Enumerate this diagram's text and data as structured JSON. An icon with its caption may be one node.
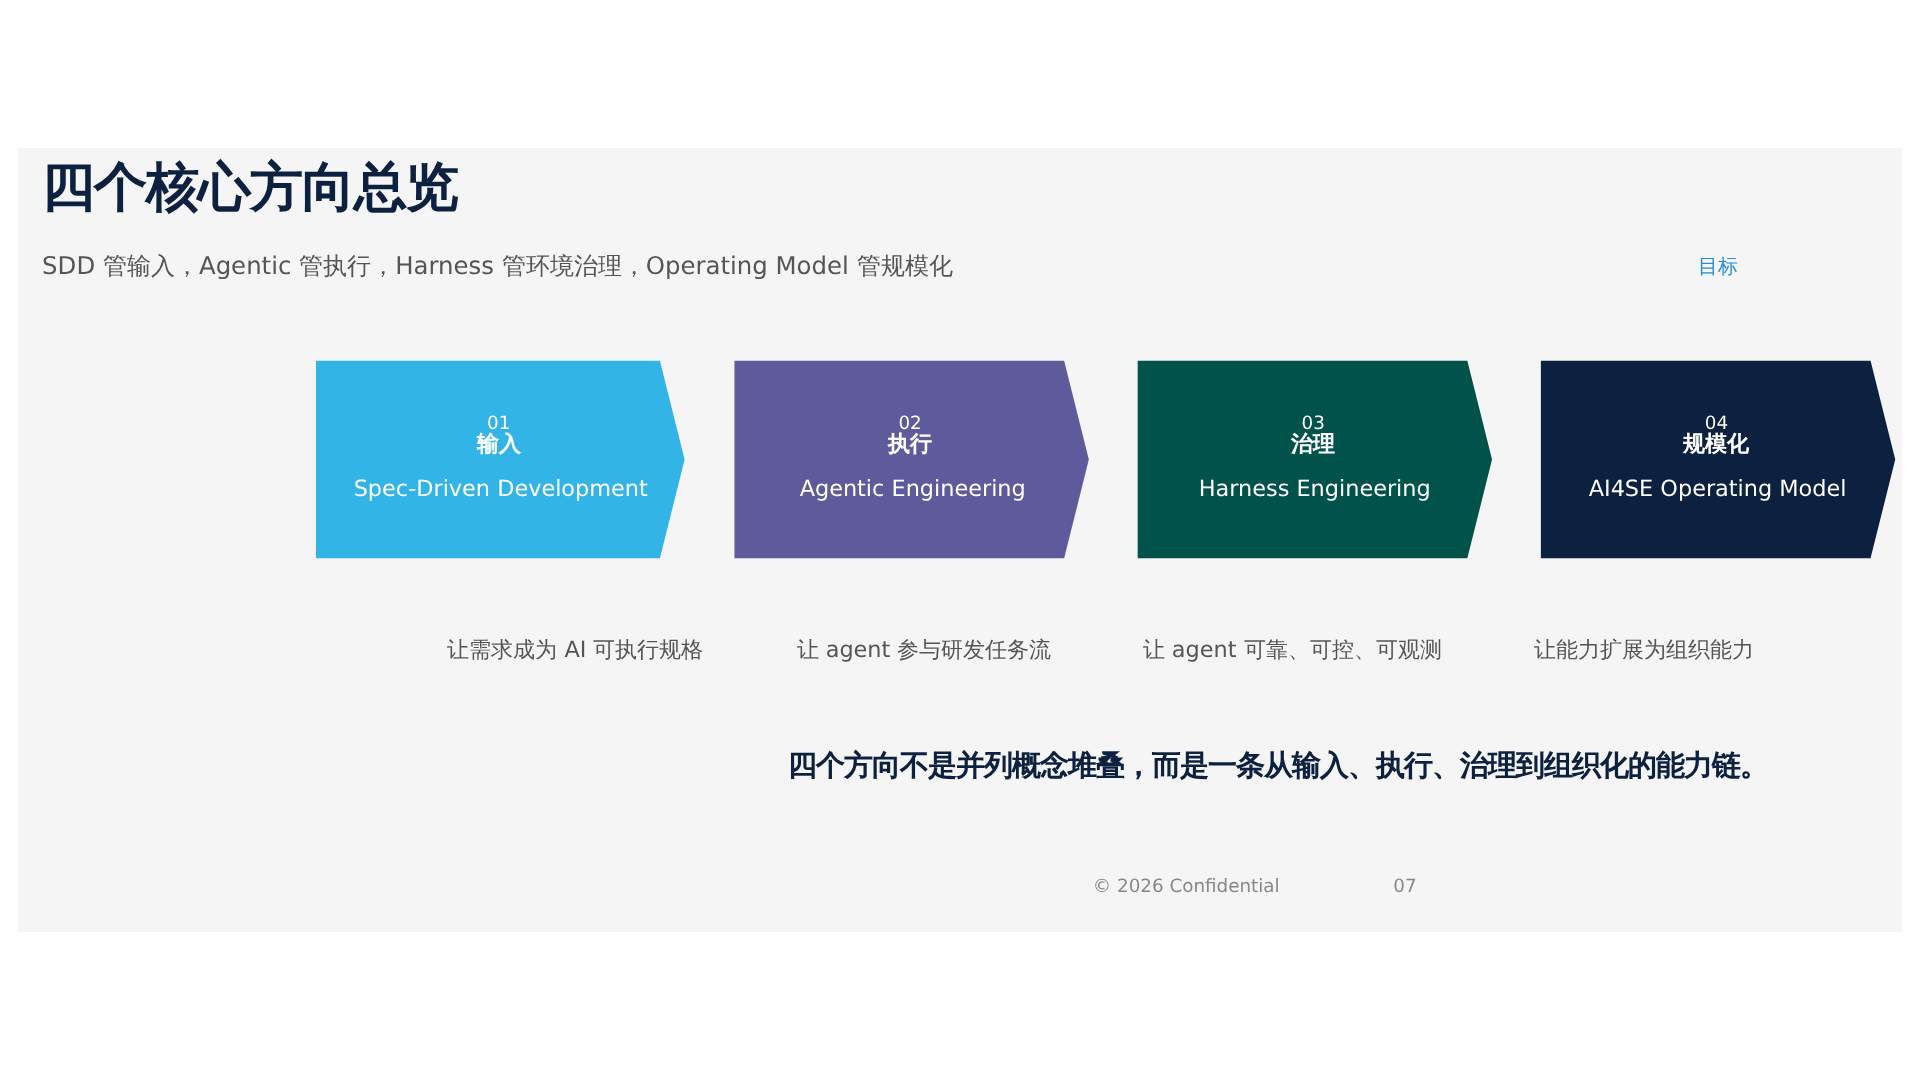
{
  "diagram": {
    "title": "四个核心方向总览",
    "nodes": [
      {
        "text": [
          "01",
          "输入",
          "Spec-Driven Development"
        ],
        "beside": [
          "让需求成为 AI 可执行规格"
        ]
      },
      {
        "text": [
          "02",
          "执行",
          "Agentic Engineering"
        ],
        "beside": [
          "让 agent 参与研发任务流"
        ]
      },
      {
        "text": [
          "03",
          "治理",
          "Harness Engineering"
        ],
        "beside": [
          "让 agent 可靠、可控、可观测"
        ]
      },
      {
        "text": [
          "04",
          "规模化",
          "AI4SE Operating Model"
        ],
        "beside": [
          "让能力扩展为组织能力"
        ]
      }
    ],
    "edges": [],
    "labels": [
      "目标",
      "SDD 管输入，Agentic 管执行，Harness 管环境治理，Operating Model 管规模化",
      "四个方向不是并列概念堆叠，而是一条从输入、执行、治理到组织化的能力链。",
      "© 2026 Confidential",
      "07"
    ]
  }
}
